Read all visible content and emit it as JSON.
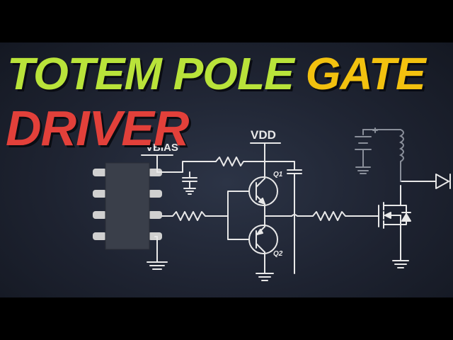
{
  "title": {
    "line1_part1": "TOTEM POLE",
    "line1_part2": "GATE",
    "line2": "DRIVER"
  },
  "labels": {
    "vbias": "VBIAS",
    "vdd": "VDD",
    "q1": "Q1",
    "q2": "Q2"
  },
  "colors": {
    "title_green": "#b9e33a",
    "title_yellow": "#f2c10f",
    "title_red": "#e2403a",
    "wire": "#e8e8e8",
    "wire_dim": "#8a8f9a",
    "ic_body": "#3a3f4a",
    "ic_pin": "#d0d0d0"
  }
}
